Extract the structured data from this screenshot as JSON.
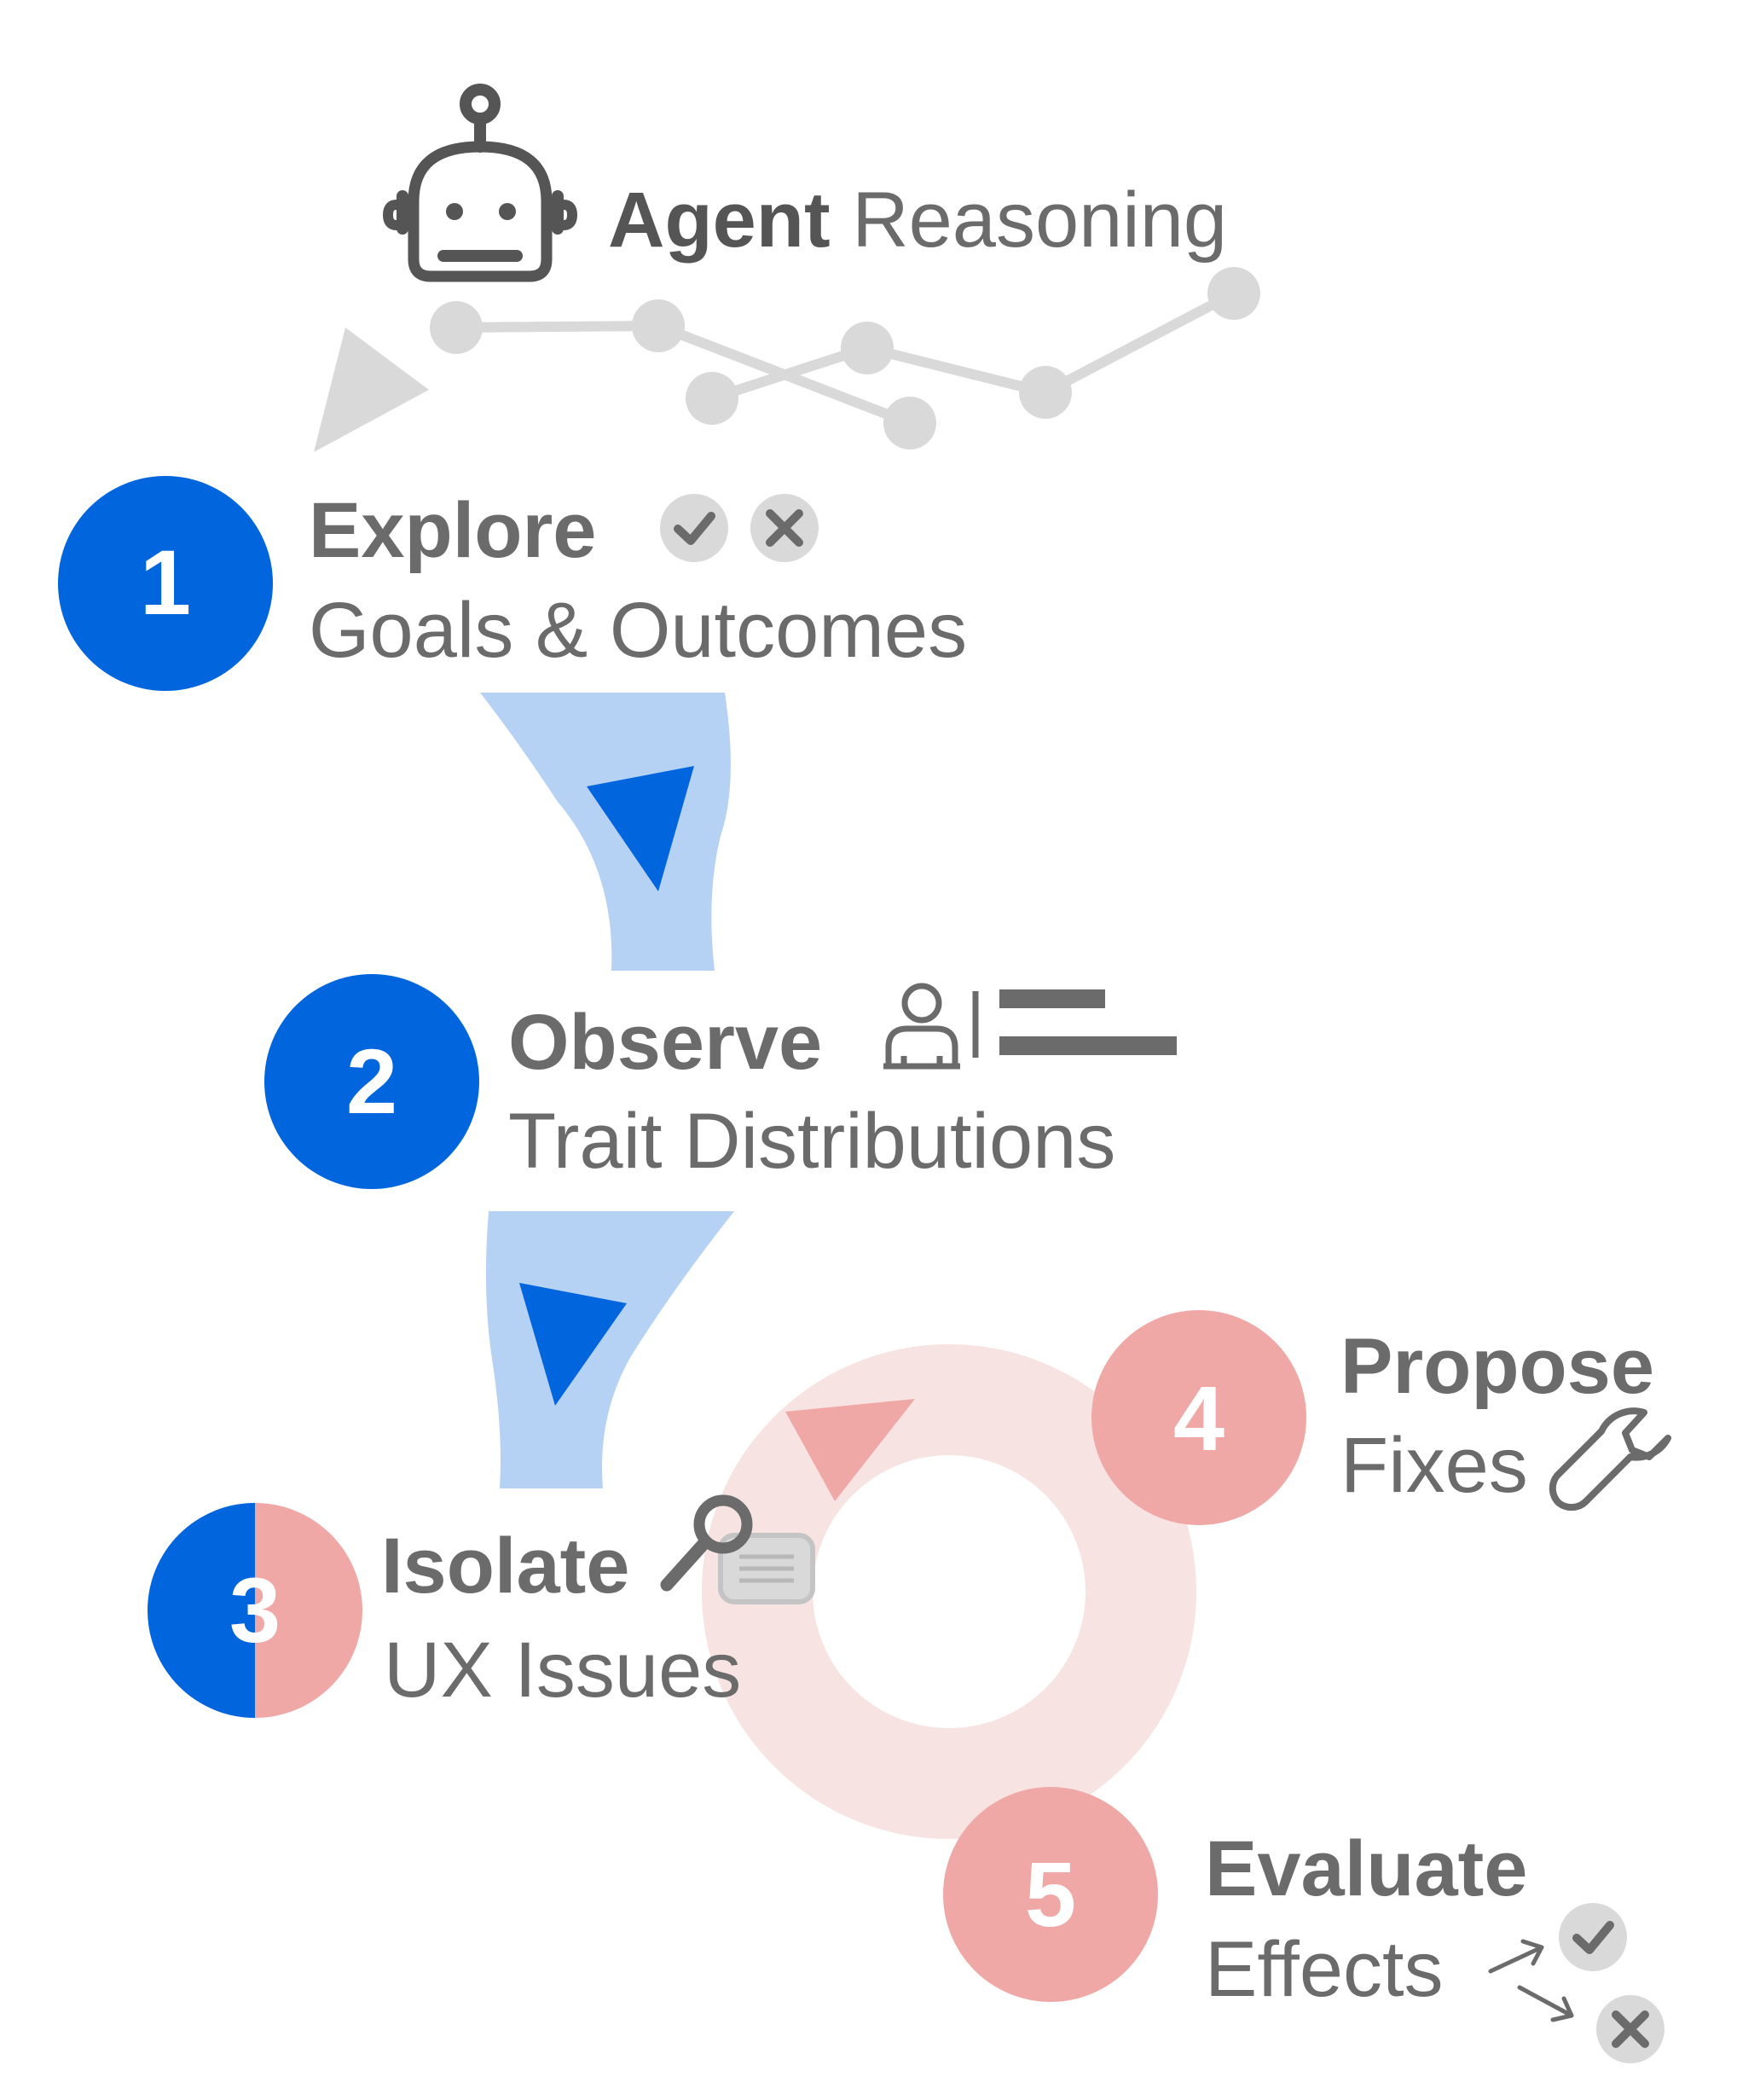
{
  "header": {
    "title_bold": "Agent",
    "title_regular": "Reasoning",
    "icon": "robot-icon"
  },
  "colors": {
    "blue": "#0166DE",
    "blue_light": "#B5D1F4",
    "pink": "#F0A8A6",
    "pink_light": "#F8E3E3",
    "gray_text": "#6b6b6b",
    "gray_light": "#D9D9D9"
  },
  "steps": [
    {
      "number": "1",
      "title": "Explore",
      "subtitle": "Goals & Outcomes",
      "icons": [
        "check-icon",
        "x-icon"
      ]
    },
    {
      "number": "2",
      "title": "Observe",
      "subtitle": "Trait Distributions",
      "icons": [
        "person-icon",
        "bar-chart-icon"
      ]
    },
    {
      "number": "3",
      "title": "Isolate",
      "subtitle": "UX Issues",
      "icons": [
        "magnifier-icon",
        "card-icon"
      ]
    },
    {
      "number": "4",
      "title": "Propose",
      "subtitle": "Fixes",
      "icons": [
        "wrench-icon"
      ]
    },
    {
      "number": "5",
      "title": "Evaluate",
      "subtitle": "Effects",
      "icons": [
        "arrow-icon",
        "check-icon",
        "x-icon"
      ]
    }
  ]
}
